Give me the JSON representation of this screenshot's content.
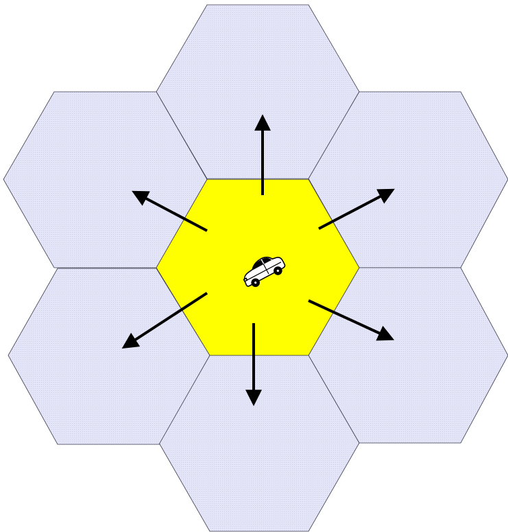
{
  "colors": {
    "background": "#ffffff",
    "neighbor_cell_fill": "#e4e6f8",
    "neighbor_cell_dot": "#c9cdee",
    "neighbor_cell_stroke": "#3a3a4a",
    "center_cell_fill": "#ffff00",
    "center_cell_stroke": "#3a3a4a",
    "arrow": "#000000",
    "car_body": "#ffffff",
    "car_outline": "#000000"
  },
  "icons": {
    "vehicle": "car-icon",
    "direction": "arrow-icon"
  },
  "diagram": {
    "center_cell": {
      "name": "serving-cell",
      "contains": "car-icon"
    },
    "neighbor_cells": [
      {
        "name": "neighbor-cell-north"
      },
      {
        "name": "neighbor-cell-north-east"
      },
      {
        "name": "neighbor-cell-south-east"
      },
      {
        "name": "neighbor-cell-south"
      },
      {
        "name": "neighbor-cell-south-west"
      },
      {
        "name": "neighbor-cell-north-west"
      }
    ],
    "handoff_arrows": [
      {
        "name": "arrow-north",
        "toward": "neighbor-cell-north"
      },
      {
        "name": "arrow-north-east",
        "toward": "neighbor-cell-north-east"
      },
      {
        "name": "arrow-south-east",
        "toward": "neighbor-cell-south-east"
      },
      {
        "name": "arrow-south",
        "toward": "neighbor-cell-south"
      },
      {
        "name": "arrow-south-west",
        "toward": "neighbor-cell-south-west"
      },
      {
        "name": "arrow-north-west",
        "toward": "neighbor-cell-north-west"
      }
    ]
  }
}
